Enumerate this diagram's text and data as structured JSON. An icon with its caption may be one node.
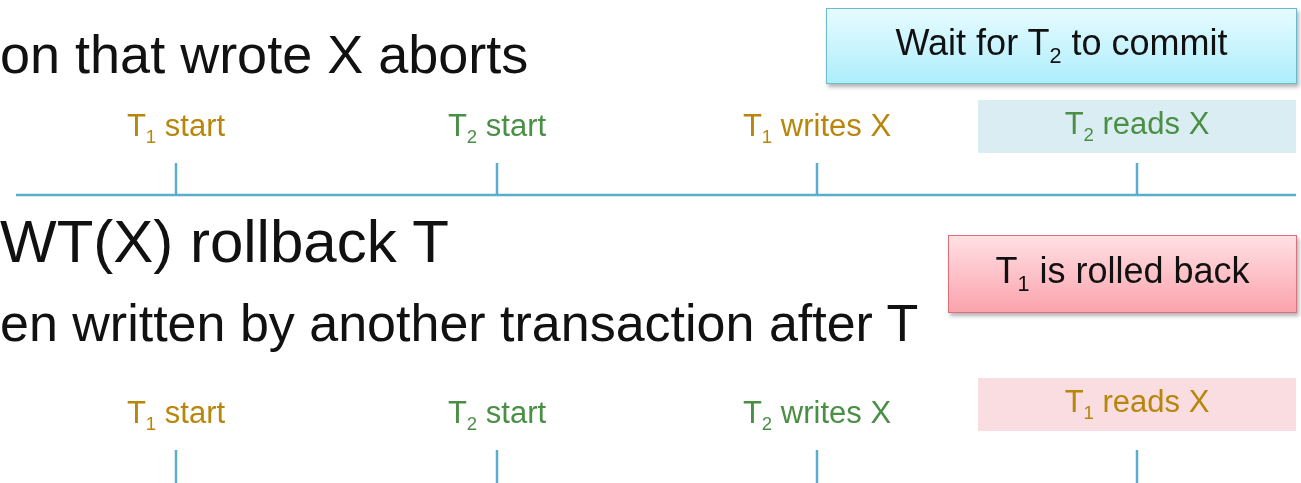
{
  "diagram": {
    "nodes": [
      {
        "text": [
          "Wait for T$_{2}$ to commit"
        ]
      },
      {
        "text": [
          "T$_{2}$ reads X"
        ]
      },
      {
        "text": [
          "T$_{1}$ is rolled back"
        ]
      },
      {
        "text": [
          "T$_{1}$ reads X"
        ]
      }
    ],
    "labels": [
      "on that wrote X aborts",
      "T$_{1}$ start",
      "T$_{2}$ start",
      "T$_{1}$ writes X",
      "WT(X) rollback T",
      "en written by another transaction after T",
      "T$_{1}$ start",
      "T$_{2}$ start",
      "T$_{2}$ writes X"
    ]
  }
}
